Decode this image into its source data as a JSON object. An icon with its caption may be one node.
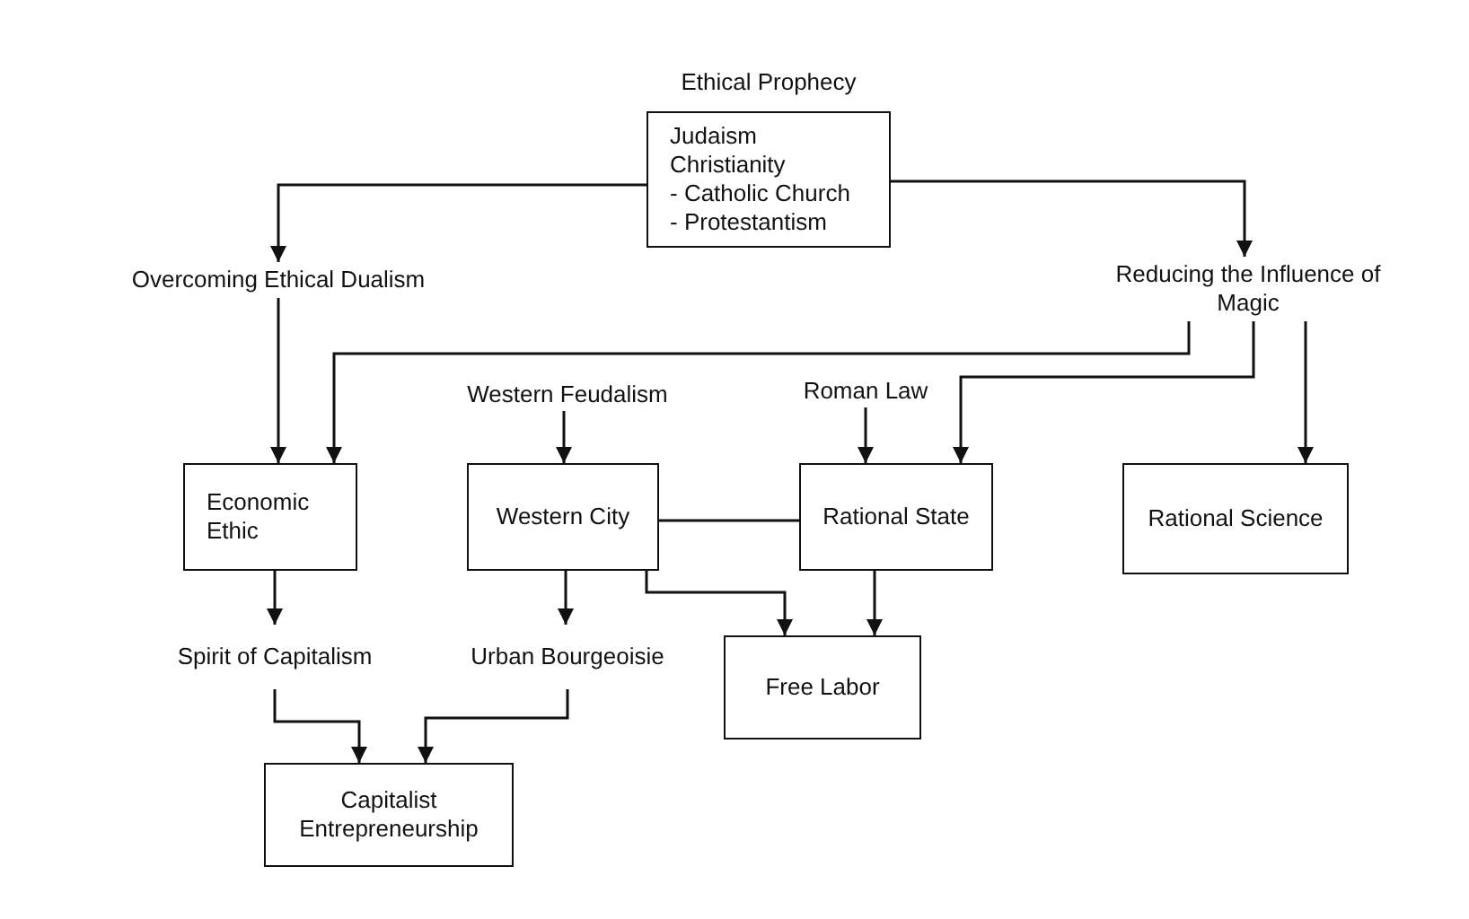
{
  "diagram": {
    "nodes": [
      {
        "text": [
          "Ethical Prophecy",
          "Judaism",
          "Christianity",
          "- Catholic Church",
          "- Protestantism"
        ]
      },
      {
        "text": [
          "Overcoming Ethical Dualism"
        ]
      },
      {
        "text": [
          "Reducing the Influence of Magic"
        ]
      },
      {
        "text": [
          "Western Feudalism"
        ]
      },
      {
        "text": [
          "Roman Law"
        ]
      },
      {
        "text": [
          "Economic Ethic"
        ]
      },
      {
        "text": [
          "Western City"
        ]
      },
      {
        "text": [
          "Rational State"
        ]
      },
      {
        "text": [
          "Rational Science"
        ]
      },
      {
        "text": [
          "Spirit of Capitalism"
        ]
      },
      {
        "text": [
          "Urban Bourgeoisie"
        ]
      },
      {
        "text": [
          "Free Labor"
        ]
      },
      {
        "text": [
          "Capitalist Entrepreneurship"
        ]
      }
    ],
    "edges": [
      {
        "from": 0,
        "to": 1,
        "arrow": "to"
      },
      {
        "from": 0,
        "to": 2,
        "arrow": "to"
      },
      {
        "from": 1,
        "to": 5,
        "arrow": "to"
      },
      {
        "from": 2,
        "to": 5,
        "arrow": "to"
      },
      {
        "from": 2,
        "to": 7,
        "arrow": "to"
      },
      {
        "from": 2,
        "to": 8,
        "arrow": "to"
      },
      {
        "from": 3,
        "to": 6,
        "arrow": "to"
      },
      {
        "from": 4,
        "to": 7,
        "arrow": "to"
      },
      {
        "from": 6,
        "to": 7,
        "arrow": "none"
      },
      {
        "from": 5,
        "to": 9,
        "arrow": "to"
      },
      {
        "from": 6,
        "to": 10,
        "arrow": "to"
      },
      {
        "from": 6,
        "to": 11,
        "arrow": "to"
      },
      {
        "from": 7,
        "to": 11,
        "arrow": "to"
      },
      {
        "from": 9,
        "to": 12,
        "arrow": "to"
      },
      {
        "from": 10,
        "to": 12,
        "arrow": "to"
      }
    ]
  }
}
